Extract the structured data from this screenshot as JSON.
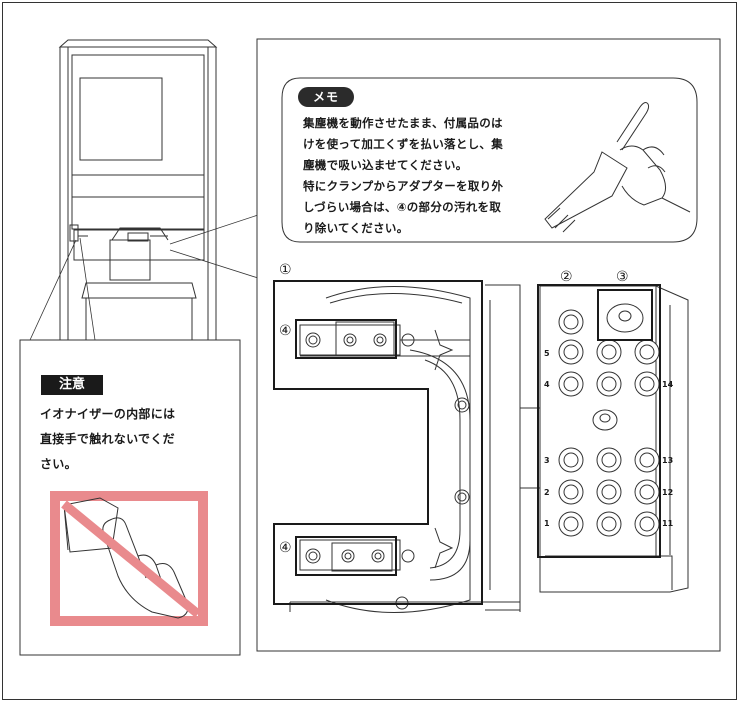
{
  "memo": {
    "badge": "メモ",
    "lines": [
      "集塵機を動作させたまま、付属品のは",
      "けを使って加工くずを払い落とし、集",
      "塵機で吸い込ませてください。",
      "特にクランプからアダプターを取り外",
      "しづらい場合は、④の部分の汚れを取",
      "り除いてください。"
    ]
  },
  "caution": {
    "badge": "注意",
    "lines": [
      "イオナイザーの内部には",
      "直接手で触れないでくだ",
      "さい。"
    ]
  },
  "callouts": {
    "c1": "①",
    "c2": "②",
    "c3": "③",
    "c4a": "④",
    "c4b": "④"
  },
  "adapter_numbers": {
    "n5": "5",
    "n4": "4",
    "n3": "3",
    "n2": "2",
    "n1": "1",
    "n14": "14",
    "n13": "13",
    "n12": "12",
    "n11": "11"
  },
  "colors": {
    "prohibit": "#e98a8d",
    "badge": "#2b2b2b",
    "line": "#1a1a1a"
  }
}
